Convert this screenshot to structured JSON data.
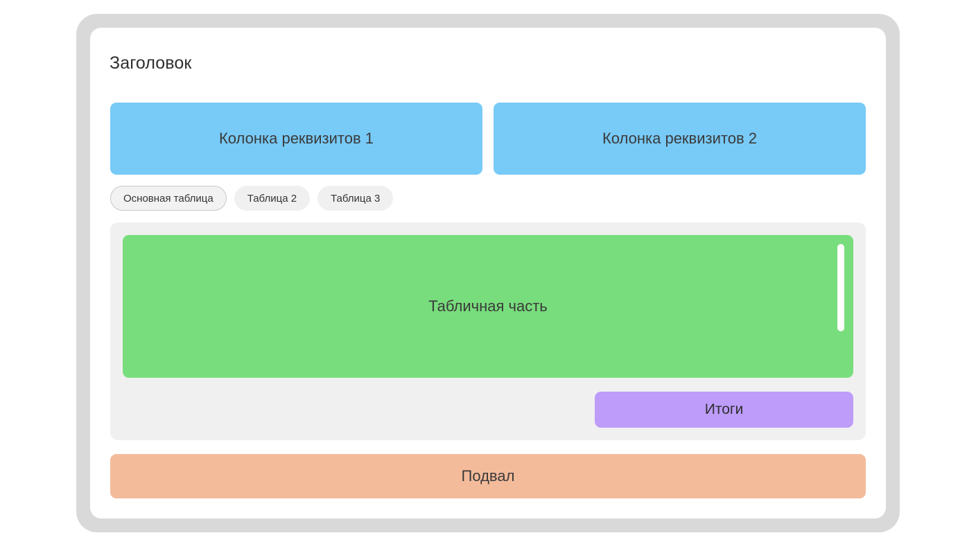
{
  "window": {
    "frame_color": "#d9d9d9",
    "card_color": "#ffffff"
  },
  "form": {
    "title": "Заголовок"
  },
  "attributes": {
    "color": "#78caf7",
    "columns": [
      {
        "label": "Колонка реквизитов 1"
      },
      {
        "label": "Колонка реквизитов 2"
      }
    ]
  },
  "tabs": {
    "items": [
      {
        "label": "Основная таблица",
        "active": true
      },
      {
        "label": "Таблица 2",
        "active": false
      },
      {
        "label": "Таблица 3",
        "active": false
      }
    ]
  },
  "table_section": {
    "panel_color": "#f0f0f0",
    "body": {
      "label": "Табличная часть",
      "color": "#78dd7c"
    },
    "scrollbar": {
      "orientation": "vertical",
      "thumb_color": "#ffffff"
    },
    "totals": {
      "label": "Итоги",
      "color": "#bd9cfa"
    }
  },
  "footer": {
    "label": "Подвал",
    "color": "#f4bb9b"
  }
}
